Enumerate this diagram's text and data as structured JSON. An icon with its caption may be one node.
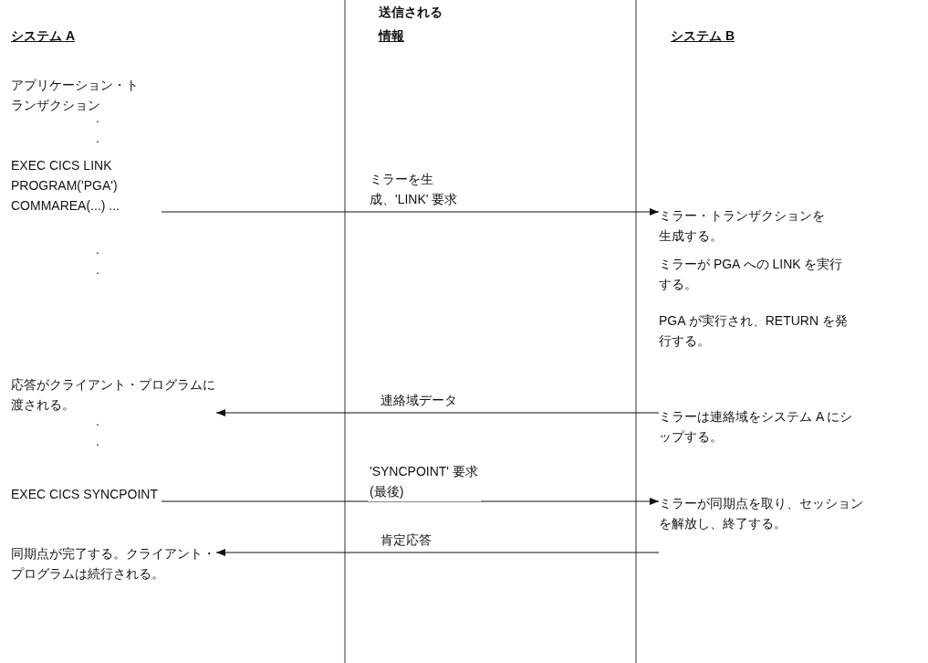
{
  "diagram": {
    "nodes": [
      {
        "text": [
          "アプリケーション・トランザクション"
        ]
      },
      {
        "text": [
          "EXEC CICS LINK PROGRAM('PGA') COMMAREA(...) ..."
        ]
      },
      {
        "text": [
          "応答がクライアント・プログラムに渡される。"
        ]
      },
      {
        "text": [
          "EXEC CICS SYNCPOINT"
        ]
      },
      {
        "text": [
          "同期点が完了する。クライアント・プログラムは続行される。"
        ]
      },
      {
        "text": [
          "ミラー・トランザクションを生成する。"
        ]
      },
      {
        "text": [
          "ミラーが PGA への LINK を実行する。"
        ]
      },
      {
        "text": [
          "PGA が実行され、RETURN を発行する。"
        ]
      },
      {
        "text": [
          "ミラーは連絡域をシステム A にシップする。"
        ]
      },
      {
        "text": [
          "ミラーが同期点を取り、セッションを解放し、終了する。"
        ]
      }
    ],
    "edges": [
      {
        "from": 1,
        "to": 5,
        "arrow": "to",
        "label": "ミラーを生成、'LINK' 要求"
      },
      {
        "from": 8,
        "to": 2,
        "arrow": "to",
        "label": "連絡域データ"
      },
      {
        "from": 3,
        "to": 9,
        "arrow": "to",
        "label": "'SYNCPOINT' 要求 (最後)"
      },
      {
        "from": 9,
        "to": 4,
        "arrow": "to",
        "label": "肯定応答"
      }
    ],
    "labels": [
      "送信される",
      "システム **A**",
      "情報",
      "システム **B**",
      ".",
      ".",
      ".",
      ".",
      ".",
      "."
    ]
  }
}
